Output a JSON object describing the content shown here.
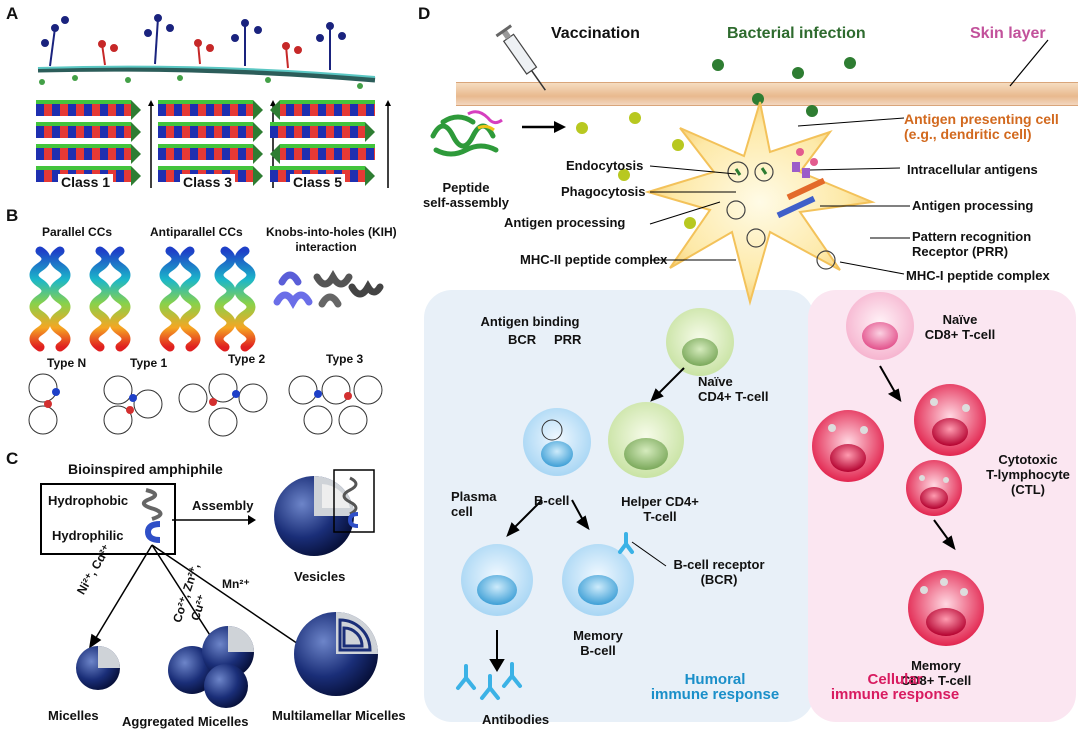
{
  "panels": {
    "a": "A",
    "b": "B",
    "c": "C",
    "d": "D"
  },
  "panel_a": {
    "classes": [
      "Class 1",
      "Class 3",
      "Class 5"
    ]
  },
  "panel_b": {
    "headers": [
      "Parallel CCs",
      "Antiparallel CCs",
      "Knobs-into-holes (KIH)",
      "interaction"
    ],
    "types": [
      "Type N",
      "Type 1",
      "Type 2",
      "Type 3"
    ]
  },
  "panel_c": {
    "title": "Bioinspired amphiphile",
    "hydrophobic": "Hydrophobic",
    "hydrophilic": "Hydrophilic",
    "assembly": "Assembly",
    "vesicles": "Vesicles",
    "ions_mn": "Mn²⁺",
    "ions_ni": "Ni²⁺, Cd²⁺",
    "ions_co": "Co²⁺, Zn²⁺,",
    "ions_cu": "Cu²⁺",
    "micelles": "Micelles",
    "aggregated": "Aggregated Micelles",
    "multilamellar": "Multilamellar Micelles"
  },
  "panel_d": {
    "vaccination": "Vaccination",
    "bacterial": "Bacterial infection",
    "skin": "Skin layer",
    "peptide1": "Peptide",
    "peptide2": "self-assembly",
    "apc1": "Antigen presenting cell",
    "apc2": "(e.g., dendritic cell)",
    "endocytosis": "Endocytosis",
    "phagocytosis": "Phagocytosis",
    "antigen_processing_l": "Antigen processing",
    "mhc2": "MHC-II peptide complex",
    "intracellular": "Intracellular antigens",
    "antigen_processing_r": "Antigen processing",
    "prr1": "Pattern recognition",
    "prr2": "Receptor (PRR)",
    "mhc1": "MHC-I peptide complex",
    "ag_binding": "Antigen binding",
    "bcr_short": "BCR",
    "prr_short": "PRR",
    "naive_cd4_1": "Naïve",
    "naive_cd4_2": "CD4+ T-cell",
    "naive_cd8_1": "Naïve",
    "naive_cd8_2": "CD8+ T-cell",
    "bcell": "B-cell",
    "helper1": "Helper CD4+",
    "helper2": "T-cell",
    "plasma1": "Plasma",
    "plasma2": "cell",
    "bcr1": "B-cell receptor",
    "bcr2": "(BCR)",
    "memb1": "Memory",
    "memb2": "B-cell",
    "antibodies": "Antibodies",
    "humoral1": "Humoral",
    "humoral2": "immune response",
    "ctl1": "Cytotoxic",
    "ctl2": "T-lymphocyte",
    "ctl3": "(CTL)",
    "memcd8_1": "Memory",
    "memcd8_2": "CD8+ T-cell",
    "cellular1": "Cellular",
    "cellular2": "immune response"
  },
  "colors": {
    "humoral": "#1a8fc9",
    "cellular": "#d81b60",
    "bacteria": "#2e7d32",
    "skin": "#c2519b",
    "apc": "#d2691e"
  }
}
